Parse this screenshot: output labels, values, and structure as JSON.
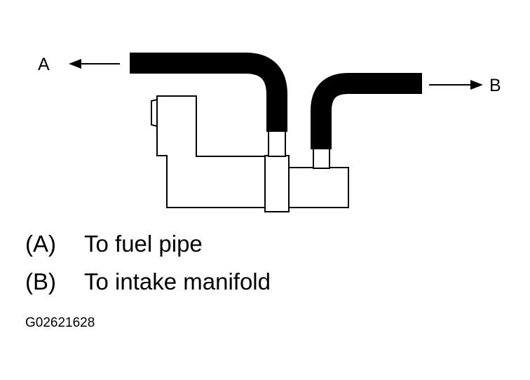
{
  "callouts": {
    "a": "A",
    "b": "B"
  },
  "legend": [
    {
      "key": "(A)",
      "text": "To fuel pipe"
    },
    {
      "key": "(B)",
      "text": "To intake manifold"
    }
  ],
  "figure_code": "G02621628",
  "colors": {
    "line": "#000000",
    "background": "#ffffff"
  }
}
